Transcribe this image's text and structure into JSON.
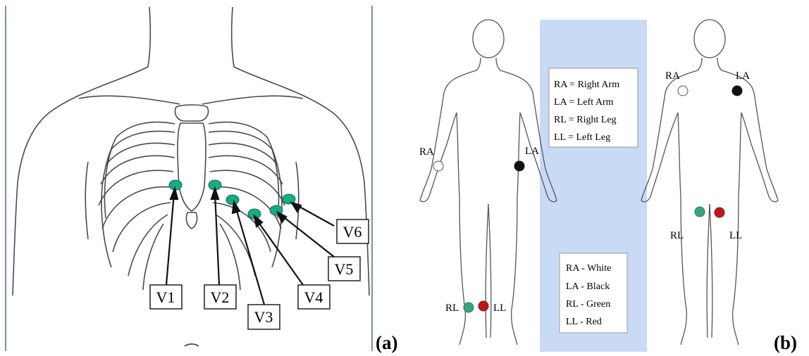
{
  "panel_a": {
    "label": "(a)",
    "leads": [
      "V1",
      "V2",
      "V3",
      "V4",
      "V5",
      "V6"
    ]
  },
  "panel_b": {
    "label": "(b)",
    "front_labels": {
      "ra": "RA",
      "la": "LA",
      "rl": "RL",
      "ll": "LL"
    },
    "back_labels": {
      "ra": "RA",
      "la": "LA",
      "rl": "RL",
      "ll": "LL"
    },
    "legend_names": [
      "RA = Right Arm",
      "LA = Left Arm",
      "RL = Right Leg",
      "LL = Left Leg"
    ],
    "legend_colors": [
      "RA - White",
      "LA - Black",
      "RL - Green",
      "LL - Red"
    ]
  },
  "colors": {
    "electrode_chest": "#1aaa84",
    "electrode_white": "#ffffff",
    "electrode_black": "#111111",
    "electrode_green": "#3aa57a",
    "electrode_red": "#c2161c",
    "band": "#c9daf5"
  }
}
